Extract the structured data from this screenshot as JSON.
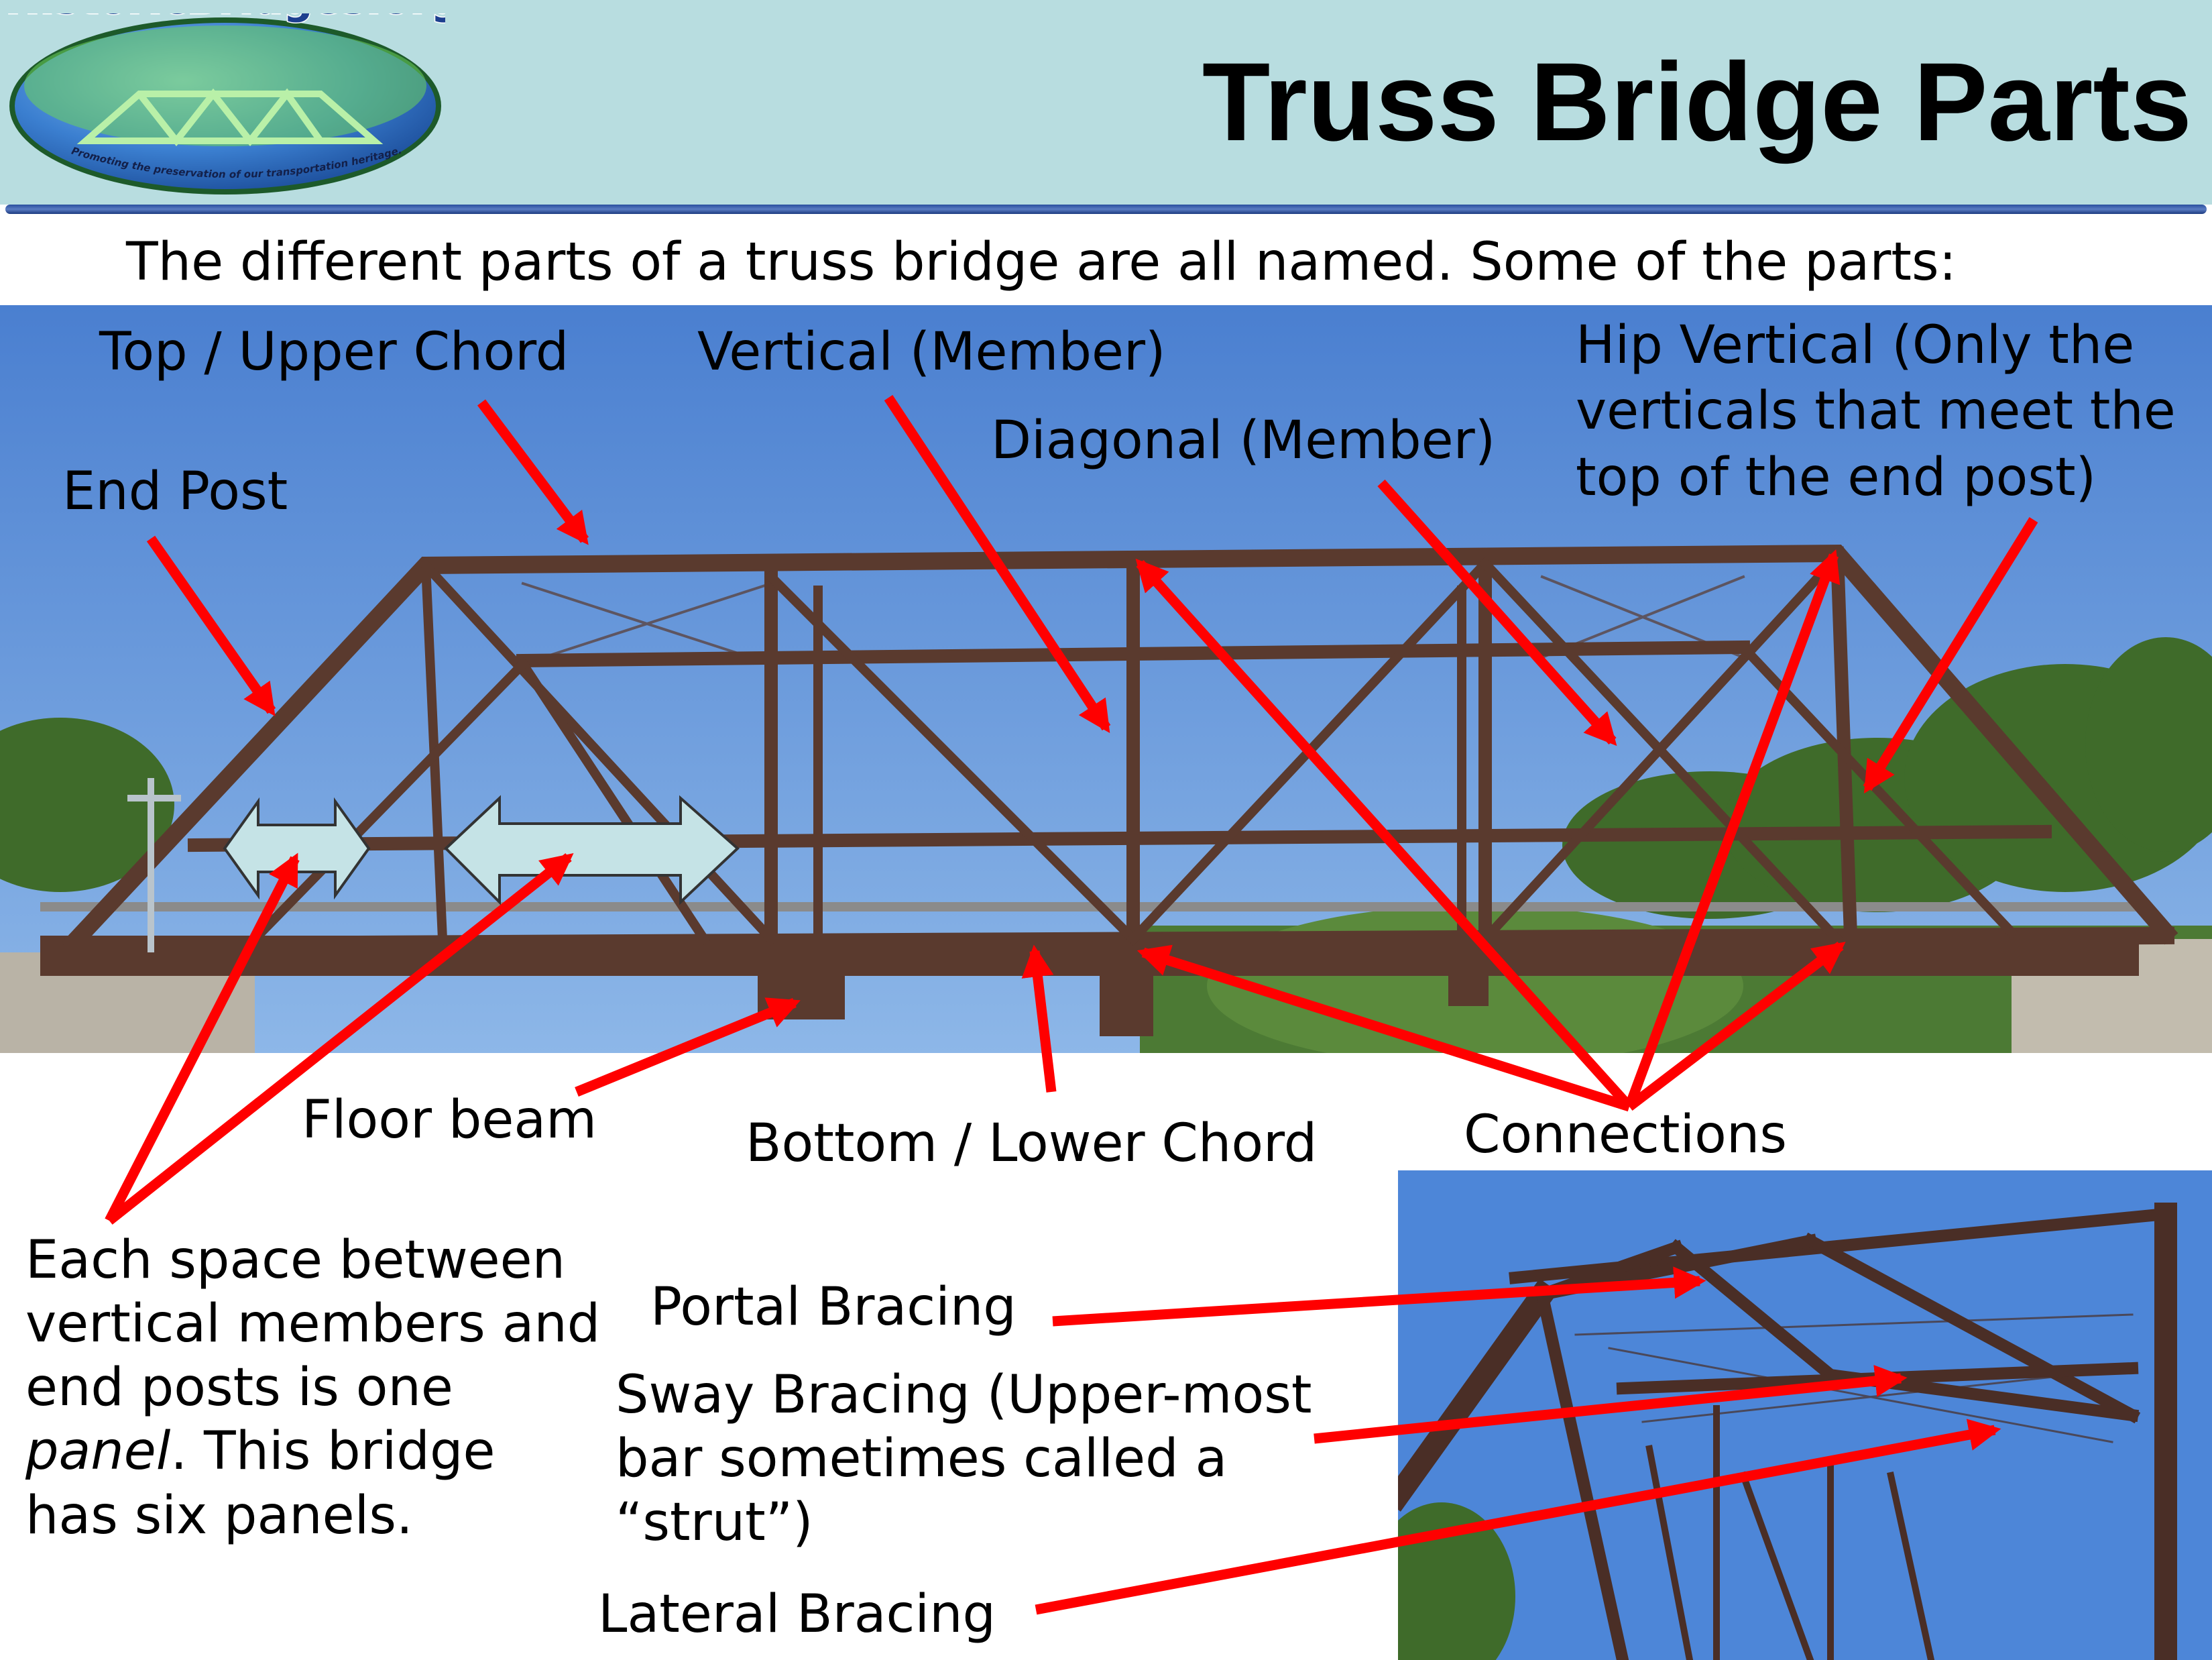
{
  "header": {
    "logo_text": "HistoricBridges.org",
    "logo_tagline": "Promoting the preservation of our transportation heritage.",
    "title": "Truss Bridge Parts"
  },
  "subtitle": "The different parts of a truss bridge are all named. Some of the parts:",
  "labels": {
    "top_chord": "Top / Upper Chord",
    "vertical": "Vertical (Member)",
    "diagonal": "Diagonal (Member)",
    "hip_vertical": [
      "Hip Vertical (Only the",
      "verticals that meet the",
      "top of the end post)"
    ],
    "end_post": "End Post",
    "floor_beam": "Floor beam",
    "bottom_chord": "Bottom / Lower Chord",
    "connections": "Connections",
    "panel_note": {
      "before": "Each space between vertical members and end posts is one ",
      "emphasis": "panel",
      "after": ". This bridge has six panels."
    },
    "portal_bracing": "Portal Bracing",
    "sway_bracing": [
      "Sway Bracing (Upper-most",
      "bar sometimes called a",
      "“strut”)"
    ],
    "lateral_bracing": "Lateral Bracing"
  },
  "colors": {
    "header_bg": "#b8dde0",
    "header_rule": "#2a4f9e",
    "arrow": "#ff0000",
    "panel_arrow_fill": "#c5e3e6",
    "sky": "#5a8fd6",
    "steel": "#5a3a2e",
    "foliage": "#3f6b2a"
  }
}
